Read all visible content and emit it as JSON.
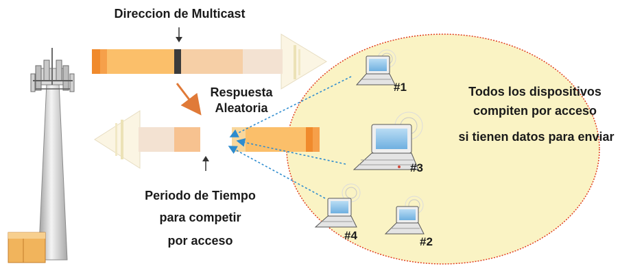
{
  "labels": {
    "multicast_direction": "Direccion de Multicast",
    "random_response_line1": "Respuesta",
    "random_response_line2": "Aleatoria",
    "all_devices_line1": "Todos los dispositivos",
    "all_devices_line2": "compiten por acceso",
    "all_devices_line3": "si tienen datos para enviar",
    "time_period_line1": "Periodo de Tiempo",
    "time_period_line2": "para competir",
    "time_period_line3": "por acceso"
  },
  "devices": [
    {
      "id": "#1"
    },
    {
      "id": "#3"
    },
    {
      "id": "#4"
    },
    {
      "id": "#2"
    }
  ],
  "colors": {
    "accent_orange": "#f08a2c",
    "light_orange": "#fbbf6a",
    "peach": "#f6cfa6",
    "pale_peach": "#f3e2d2",
    "arrow_head_light": "#fbf5e3",
    "cell_area_fill": "#faf3c4",
    "cell_area_border": "#e03c1e",
    "dashed_line": "#2e8ccf",
    "orange_arrow": "#e07a38"
  }
}
